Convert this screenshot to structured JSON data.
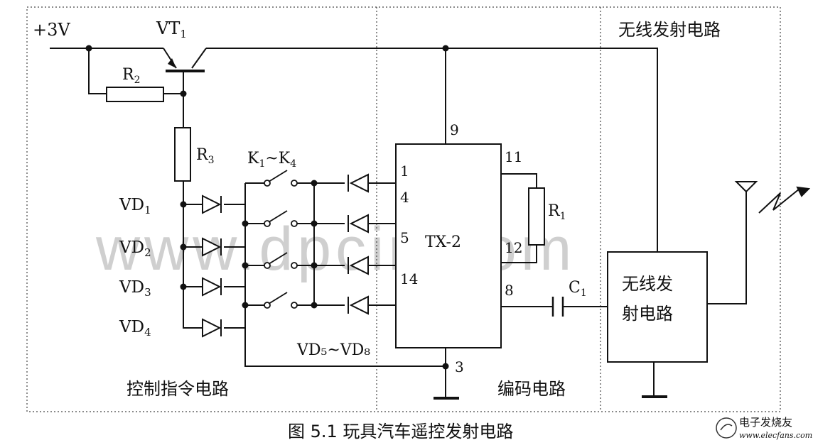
{
  "sections": {
    "control": "控制指令电路",
    "encoder": "编码电路",
    "transmitter_top": "无线发射电路"
  },
  "power": {
    "supply": "+3V"
  },
  "components": {
    "vt1_main": "VT",
    "vt1_sub": "1",
    "r2_main": "R",
    "r2_sub": "2",
    "r3_main": "R",
    "r3_sub": "3",
    "r1_main": "R",
    "r1_sub": "1",
    "c1_main": "C",
    "c1_sub": "1",
    "switches_k1": "K",
    "switches_k1_sub": "1",
    "switches_tilde": "~K",
    "switches_k4_sub": "4",
    "ic": "TX-2",
    "vd1_main": "VD",
    "vd1_sub": "1",
    "vd2_main": "VD",
    "vd2_sub": "2",
    "vd3_main": "VD",
    "vd3_sub": "3",
    "vd4_main": "VD",
    "vd4_sub": "4",
    "vd_range": "VD₅~VD₈"
  },
  "pins": {
    "p1": "1",
    "p4": "4",
    "p5": "5",
    "p14": "14",
    "p9": "9",
    "p11": "11",
    "p12": "12",
    "p8": "8",
    "p3": "3"
  },
  "transmitter_box": {
    "line1": "无线发",
    "line2": "射电路"
  },
  "caption": "图 5.1  玩具汽车遥控发射电路",
  "watermark": "www.dpcin.com",
  "logo": {
    "name": "电子发烧友",
    "url": "www.elecfans.com"
  }
}
